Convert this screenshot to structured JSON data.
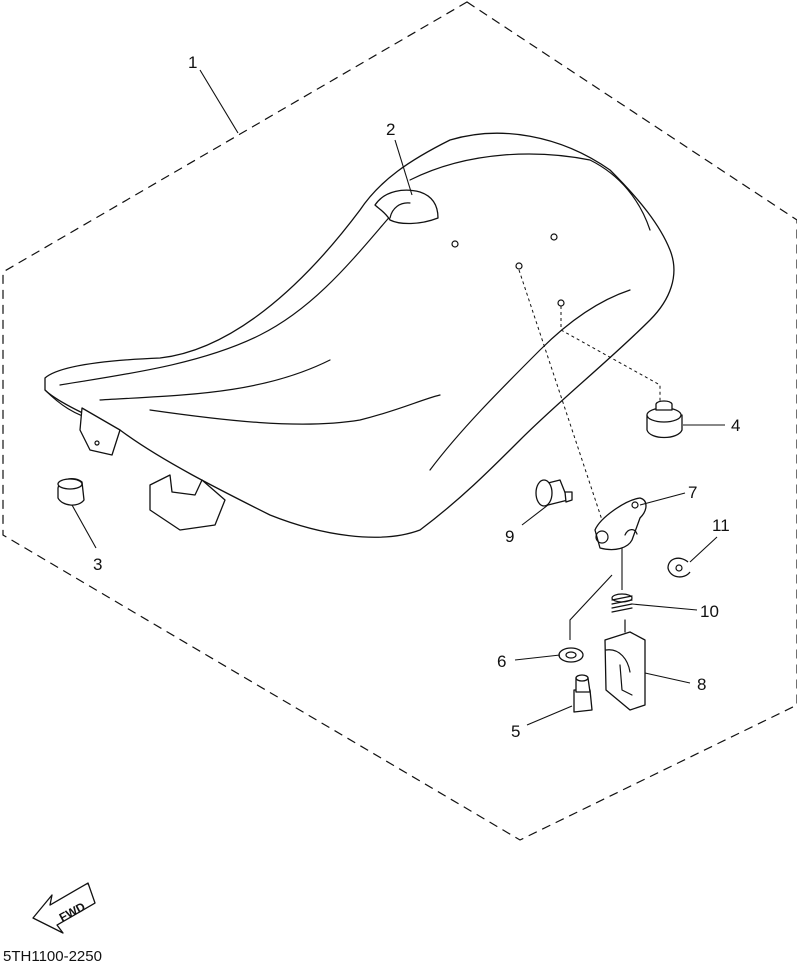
{
  "diagram": {
    "callouts": [
      {
        "id": "1",
        "label": "1"
      },
      {
        "id": "2",
        "label": "2"
      },
      {
        "id": "3",
        "label": "3"
      },
      {
        "id": "4",
        "label": "4"
      },
      {
        "id": "5",
        "label": "5"
      },
      {
        "id": "6",
        "label": "6"
      },
      {
        "id": "7",
        "label": "7"
      },
      {
        "id": "8",
        "label": "8"
      },
      {
        "id": "9",
        "label": "9"
      },
      {
        "id": "10",
        "label": "10"
      },
      {
        "id": "11",
        "label": "11"
      }
    ],
    "fwd_label": "FWD",
    "part_code": "5TH1100-2250"
  }
}
